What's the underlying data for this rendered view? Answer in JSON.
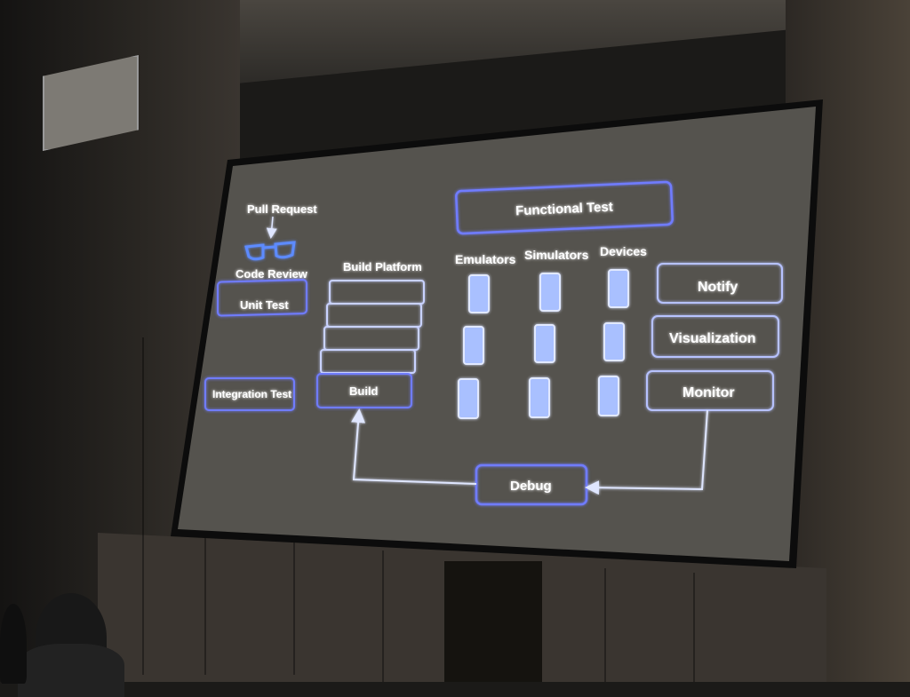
{
  "slide": {
    "pull_request": "Pull Request",
    "code_review": "Code Review",
    "unit_test": "Unit Test",
    "integration_test": "Integration Test",
    "build_platform": "Build Platform",
    "build": "Build",
    "functional_test": "Functional Test",
    "emulators": "Emulators",
    "simulators": "Simulators",
    "devices": "Devices",
    "notify": "Notify",
    "visualization": "Visualization",
    "monitor": "Monitor",
    "debug": "Debug"
  },
  "colors": {
    "screen": "#55534e",
    "box_border": "#6f7cff",
    "box_glow": "#9fb0ff",
    "text": "#ffffff"
  },
  "icons": [
    "glasses-icon",
    "phone-icon",
    "arrow-icon"
  ]
}
